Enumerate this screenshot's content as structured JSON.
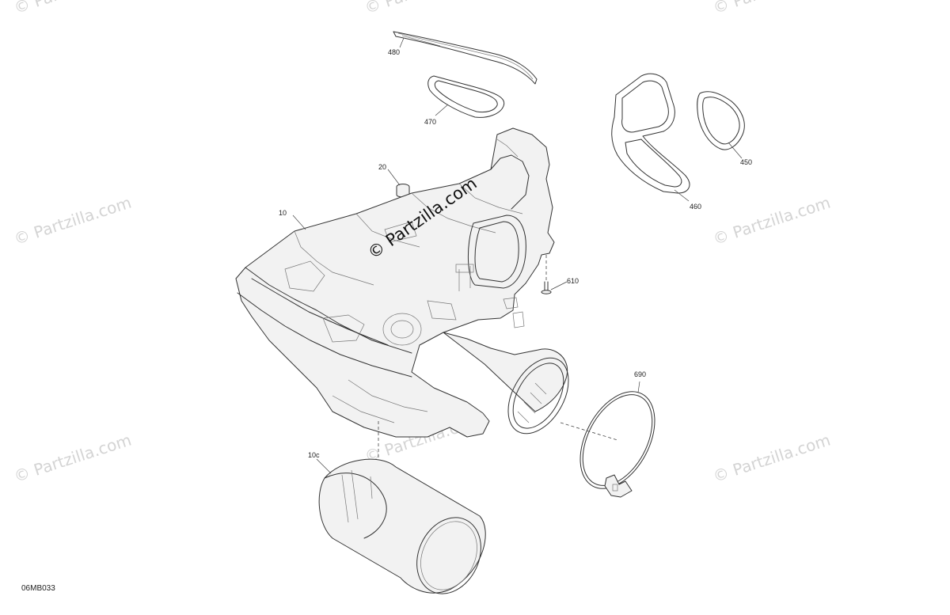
{
  "watermark": "© Partzilla.com",
  "center_watermark": "© Partzilla.com",
  "diagram_id": "06MB033",
  "callouts": {
    "p480": "480",
    "p470": "470",
    "p450": "450",
    "p460": "460",
    "p20": "20",
    "p10": "10",
    "p610": "610",
    "p690": "690",
    "p10c": "10c"
  }
}
